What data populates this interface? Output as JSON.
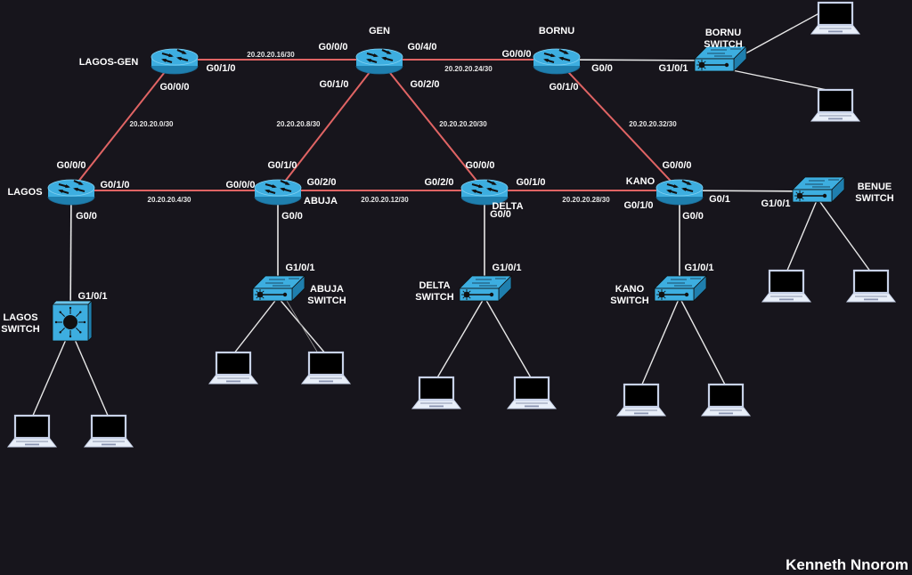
{
  "diagram": {
    "title": "Network topology",
    "colors": {
      "background": "#17151c",
      "wan_link": "#e06464",
      "lan_link": "#e8e8e8",
      "device_fill": "#3daee0",
      "device_dark": "#1f7fae",
      "laptop_frame": "#c8d2e8"
    },
    "credit": "Kenneth Nnorom",
    "routers": [
      {
        "id": "lagos-gen",
        "name": "LAGOS-GEN"
      },
      {
        "id": "gen",
        "name": "GEN"
      },
      {
        "id": "bornu",
        "name": "BORNU"
      },
      {
        "id": "lagos",
        "name": "LAGOS"
      },
      {
        "id": "abuja",
        "name": "ABUJA"
      },
      {
        "id": "delta",
        "name": "DELTA"
      },
      {
        "id": "kano",
        "name": "KANO"
      }
    ],
    "switches": [
      {
        "id": "lagos-switch",
        "name": [
          "LAGOS",
          "SWITCH"
        ],
        "type": "multilayer"
      },
      {
        "id": "abuja-switch",
        "name": [
          "ABUJA",
          "SWITCH"
        ],
        "type": "workgroup"
      },
      {
        "id": "delta-switch",
        "name": [
          "DELTA",
          "SWITCH"
        ],
        "type": "workgroup"
      },
      {
        "id": "kano-switch",
        "name": [
          "KANO",
          "SWITCH"
        ],
        "type": "workgroup"
      },
      {
        "id": "bornu-switch",
        "name": [
          "BORNU",
          "SWITCH"
        ],
        "type": "workgroup"
      },
      {
        "id": "benue-switch",
        "name": [
          "BENUE",
          "SWITCH"
        ],
        "type": "workgroup"
      }
    ],
    "wan_links": [
      {
        "from": "lagos-gen",
        "to": "gen",
        "from_port": "G0/1/0",
        "to_port": "G0/0/0",
        "subnet": "20.20.20.16/30"
      },
      {
        "from": "lagos-gen",
        "to": "lagos",
        "from_port": "G0/0/0",
        "to_port": "G0/0/0",
        "subnet": "20.20.20.0/30"
      },
      {
        "from": "lagos",
        "to": "abuja",
        "from_port": "G0/1/0",
        "to_port": "G0/0/0",
        "subnet": "20.20.20.4/30"
      },
      {
        "from": "gen",
        "to": "abuja",
        "from_port": "G0/1/0",
        "to_port": "G0/1/0",
        "subnet": "20.20.20.8/30"
      },
      {
        "from": "abuja",
        "to": "delta",
        "from_port": "G0/2/0",
        "to_port": "G0/2/0",
        "subnet": "20.20.20.12/30"
      },
      {
        "from": "gen",
        "to": "delta",
        "from_port": "G0/2/0",
        "to_port": "G0/0/0",
        "subnet": "20.20.20.20/30"
      },
      {
        "from": "gen",
        "to": "bornu",
        "from_port": "G0/4/0",
        "to_port": "G0/0/0",
        "subnet": "20.20.20.24/30"
      },
      {
        "from": "delta",
        "to": "kano",
        "from_port": "G0/1/0",
        "to_port": "G0/1/0",
        "subnet": "20.20.20.28/30"
      },
      {
        "from": "bornu",
        "to": "kano",
        "from_port": "G0/1/0",
        "to_port": "G0/0/0",
        "subnet": "20.20.20.32/30"
      }
    ],
    "lan_links": [
      {
        "router": "lagos",
        "switch": "lagos-switch",
        "router_port": "G0/0",
        "switch_port": "G1/0/1"
      },
      {
        "router": "abuja",
        "switch": "abuja-switch",
        "router_port": "G0/0",
        "switch_port": "G1/0/1"
      },
      {
        "router": "delta",
        "switch": "delta-switch",
        "router_port": "G0/0",
        "switch_port": "G1/0/1"
      },
      {
        "router": "kano",
        "switch": "kano-switch",
        "router_port": "G0/0",
        "switch_port": "G1/0/1"
      },
      {
        "router": "bornu",
        "switch": "bornu-switch",
        "router_port": "G0/0",
        "switch_port": "G1/0/1"
      },
      {
        "router": "kano",
        "switch": "benue-switch",
        "router_port": "G0/1",
        "switch_port": "G1/0/1"
      }
    ],
    "laptops_per_switch": 2
  }
}
